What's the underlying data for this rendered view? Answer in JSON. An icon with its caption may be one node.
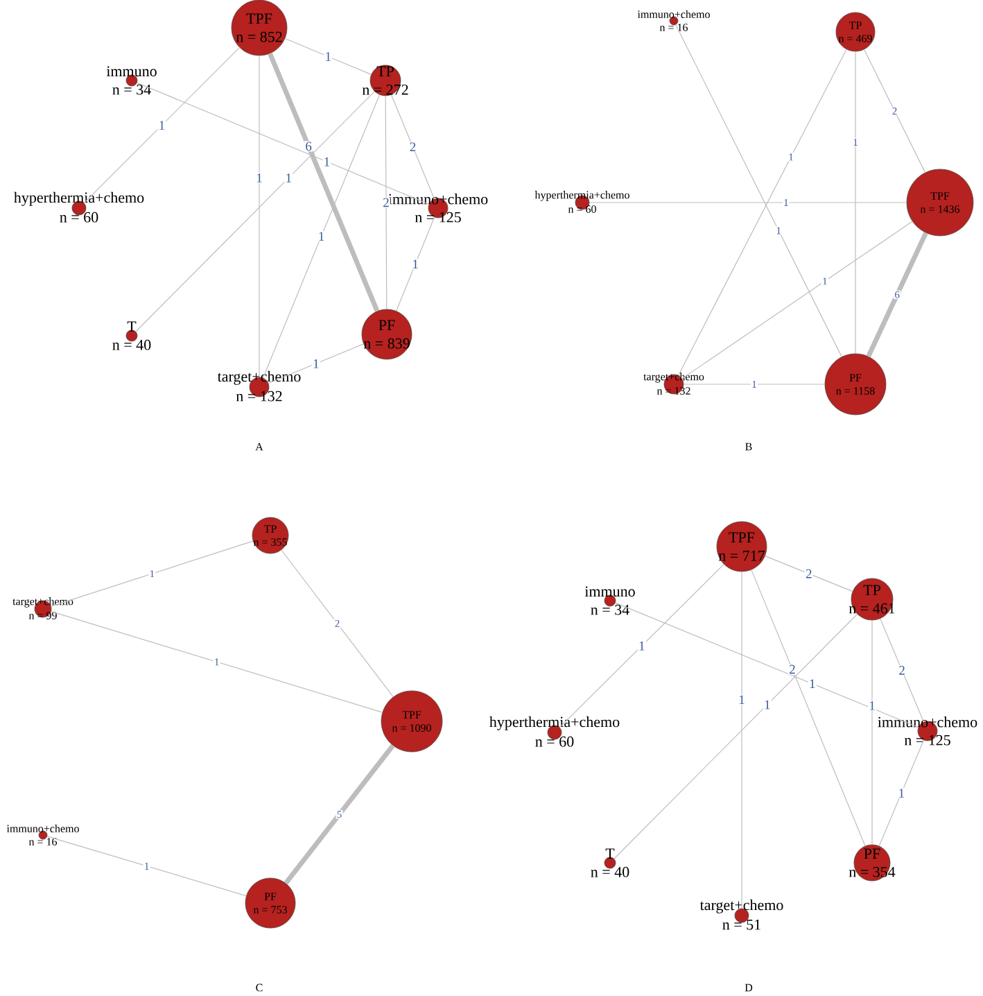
{
  "diagram": {
    "nodes": [
      {
        "text": [
          "TPF",
          "n = 852"
        ]
      },
      {
        "text": [
          "immuno",
          "n = 34"
        ]
      },
      {
        "text": [
          "TP",
          "n = 272"
        ]
      },
      {
        "text": [
          "hyperthermia+chemo",
          "n = 60"
        ]
      },
      {
        "text": [
          "immuno+chemo",
          "n = 125"
        ]
      },
      {
        "text": [
          "T",
          "n = 40"
        ]
      },
      {
        "text": [
          "PF",
          "n = 839"
        ]
      },
      {
        "text": [
          "target+chemo",
          "n = 132"
        ]
      },
      {
        "text": [
          "TP",
          "n = 469"
        ]
      },
      {
        "text": [
          "immuno+chemo",
          "n = 16"
        ]
      },
      {
        "text": [
          "hyperthermia+chemo",
          "n = 60"
        ]
      },
      {
        "text": [
          "TPF",
          "n = 1436"
        ]
      },
      {
        "text": [
          "target+chemo",
          "n = 132"
        ]
      },
      {
        "text": [
          "PF",
          "n = 1158"
        ]
      },
      {
        "text": [
          "TP",
          "n = 355"
        ]
      },
      {
        "text": [
          "target+chemo",
          "n = 99"
        ]
      },
      {
        "text": [
          "TPF",
          "n = 1090"
        ]
      },
      {
        "text": [
          "immuno+chemo",
          "n = 16"
        ]
      },
      {
        "text": [
          "PF",
          "n = 753"
        ]
      },
      {
        "text": [
          "TPF",
          "n = 717"
        ]
      },
      {
        "text": [
          "immuno",
          "n = 34"
        ]
      },
      {
        "text": [
          "TP",
          "n = 461"
        ]
      },
      {
        "text": [
          "hyperthermia+chemo",
          "n = 60"
        ]
      },
      {
        "text": [
          "immuno+chemo",
          "n = 125"
        ]
      },
      {
        "text": [
          "T",
          "n = 40"
        ]
      },
      {
        "text": [
          "PF",
          "n = 354"
        ]
      },
      {
        "text": [
          "target+chemo",
          "n = 51"
        ]
      }
    ],
    "edges": [
      {
        "from": 0,
        "to": 2,
        "arrow": "none",
        "label": "1"
      },
      {
        "from": 0,
        "to": 3,
        "arrow": "none",
        "label": "1"
      },
      {
        "from": 0,
        "to": 7,
        "arrow": "none",
        "label": "1"
      },
      {
        "from": 0,
        "to": 6,
        "arrow": "none",
        "label": "6",
        "style": "thick"
      },
      {
        "from": 1,
        "to": 4,
        "arrow": "none",
        "label": "1"
      },
      {
        "from": 2,
        "to": 5,
        "arrow": "none",
        "label": "1"
      },
      {
        "from": 2,
        "to": 7,
        "arrow": "none",
        "label": "1"
      },
      {
        "from": 2,
        "to": 6,
        "arrow": "none",
        "label": "2"
      },
      {
        "from": 2,
        "to": 4,
        "arrow": "none",
        "label": "2"
      },
      {
        "from": 4,
        "to": 6,
        "arrow": "none",
        "label": "1"
      },
      {
        "from": 6,
        "to": 7,
        "arrow": "none",
        "label": "1"
      },
      {
        "from": 8,
        "to": 11,
        "arrow": "none",
        "label": "2"
      },
      {
        "from": 8,
        "to": 12,
        "arrow": "none",
        "label": "1"
      },
      {
        "from": 8,
        "to": 13,
        "arrow": "none",
        "label": "1"
      },
      {
        "from": 9,
        "to": 13,
        "arrow": "none",
        "label": "1"
      },
      {
        "from": 10,
        "to": 11,
        "arrow": "none",
        "label": "1"
      },
      {
        "from": 11,
        "to": 12,
        "arrow": "none",
        "label": "1"
      },
      {
        "from": 11,
        "to": 13,
        "arrow": "none",
        "label": "6",
        "style": "thick"
      },
      {
        "from": 12,
        "to": 13,
        "arrow": "none",
        "label": "1"
      },
      {
        "from": 15,
        "to": 14,
        "arrow": "none",
        "label": "1"
      },
      {
        "from": 14,
        "to": 16,
        "arrow": "none",
        "label": "2"
      },
      {
        "from": 15,
        "to": 16,
        "arrow": "none",
        "label": "1"
      },
      {
        "from": 16,
        "to": 18,
        "arrow": "none",
        "label": "5",
        "style": "thick"
      },
      {
        "from": 17,
        "to": 18,
        "arrow": "none",
        "label": "1"
      },
      {
        "from": 19,
        "to": 21,
        "arrow": "none",
        "label": "2"
      },
      {
        "from": 19,
        "to": 22,
        "arrow": "none",
        "label": "1"
      },
      {
        "from": 19,
        "to": 26,
        "arrow": "none",
        "label": "1"
      },
      {
        "from": 19,
        "to": 25,
        "arrow": "none",
        "label": "2"
      },
      {
        "from": 20,
        "to": 23,
        "arrow": "none",
        "label": "1"
      },
      {
        "from": 21,
        "to": 24,
        "arrow": "none",
        "label": "1"
      },
      {
        "from": 21,
        "to": 25,
        "arrow": "none",
        "label": "1"
      },
      {
        "from": 21,
        "to": 23,
        "arrow": "none",
        "label": "2"
      },
      {
        "from": 23,
        "to": 25,
        "arrow": "none",
        "label": "1"
      }
    ],
    "labels": [
      "A",
      "B",
      "C",
      "D"
    ]
  }
}
